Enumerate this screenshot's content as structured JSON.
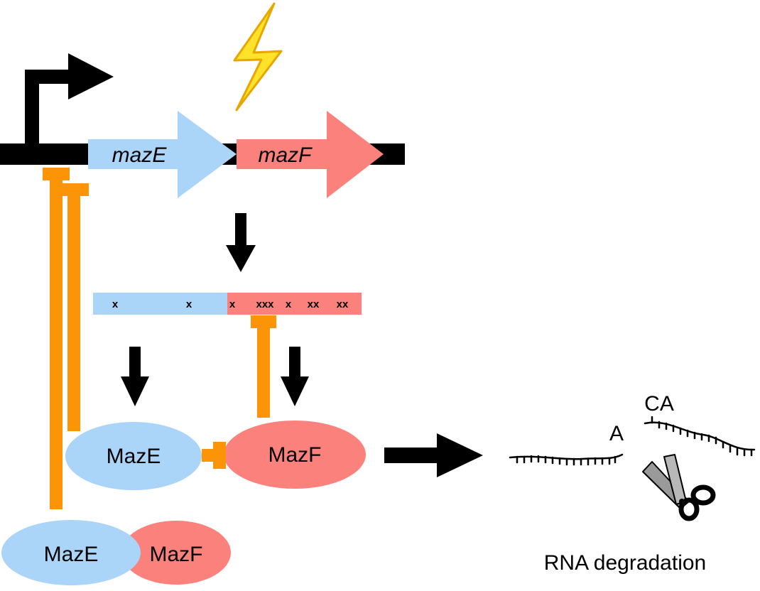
{
  "genes": {
    "mazE": "mazE",
    "mazF": "mazF"
  },
  "mrna": {
    "marks_e": [
      "x",
      "x"
    ],
    "marks_f": [
      "x",
      "xxx",
      "x",
      "xx",
      "xx"
    ]
  },
  "proteins": {
    "mazE": "MazE",
    "mazF": "MazF"
  },
  "complex": {
    "mazE": "MazE",
    "mazF": "MazF"
  },
  "rna": {
    "cleavage_left": "A",
    "cleavage_right": "CA",
    "caption": "RNA degradation"
  },
  "icons": [
    "lightning-icon",
    "promoter-arrow-icon",
    "scissors-icon"
  ],
  "colors": {
    "mazE": "#aad4f8",
    "mazF": "#fb827c",
    "inhibition": "#fb9407",
    "stress": "#ffe22a",
    "dna": "#000000"
  }
}
